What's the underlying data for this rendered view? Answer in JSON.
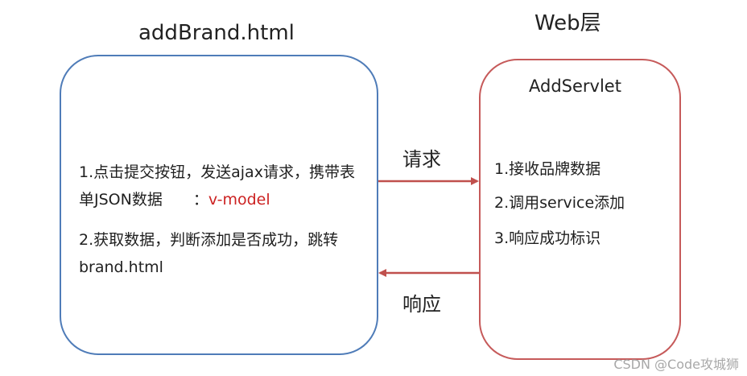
{
  "left": {
    "title": "addBrand.html",
    "line1": "1.点击提交按钮，发送ajax请求，携带表",
    "line2_prefix": "单JSON数据",
    "line2_sep": "：",
    "line2_highlight": "v-model",
    "line3": "2.获取数据，判断添加是否成功，跳转",
    "line4": "brand.html"
  },
  "right": {
    "title": "Web层",
    "servlet": "AddServlet",
    "items": [
      "1.接收品牌数据",
      "2.调用service添加",
      "3.响应成功标识"
    ]
  },
  "arrows": {
    "request": "请求",
    "response": "响应"
  },
  "watermark": "CSDN @Code攻城狮",
  "colors": {
    "left_border": "#4f7cb8",
    "right_border": "#c65a5a",
    "arrow": "#c0504d",
    "highlight": "#cc2222"
  }
}
